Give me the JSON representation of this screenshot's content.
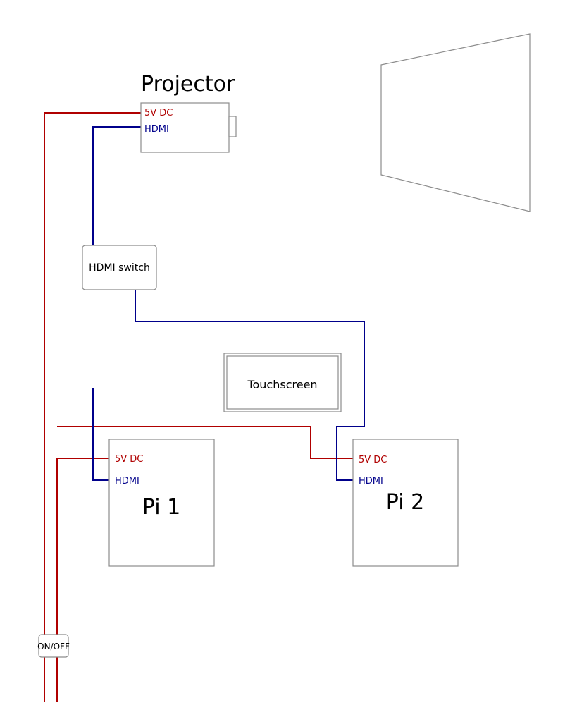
{
  "projector": {
    "title": "Projector",
    "power_label": "5V DC",
    "hdmi_label": "HDMI"
  },
  "hdmi_switch": {
    "label": "HDMI switch"
  },
  "touchscreen": {
    "label": "Touchscreen"
  },
  "pi1": {
    "title": "Pi 1",
    "power_label": "5V DC",
    "hdmi_label": "HDMI"
  },
  "pi2": {
    "title": "Pi 2",
    "power_label": "5V DC",
    "hdmi_label": "HDMI"
  },
  "power_switch": {
    "label": "ON/OFF"
  },
  "colors": {
    "power": "#b00000",
    "hdmi": "#00008b",
    "outline": "#8c8c8c"
  }
}
